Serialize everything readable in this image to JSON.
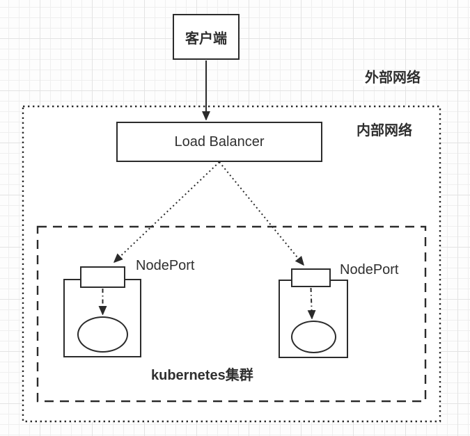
{
  "diagram": {
    "title": "Kubernetes NodePort / Load Balancer network diagram",
    "labels": {
      "client": "客户端",
      "external_network": "外部网络",
      "internal_network": "内部网络",
      "load_balancer": "Load Balancer",
      "cluster": "kubernetes集群"
    },
    "nodes": [
      {
        "nodeport_label": "NodePort"
      },
      {
        "nodeport_label": "NodePort"
      }
    ],
    "edges": [
      {
        "name": "client-to-load-balancer",
        "style": "solid-arrow"
      },
      {
        "name": "load-balancer-to-nodeport-left",
        "style": "dotted-arrow"
      },
      {
        "name": "load-balancer-to-nodeport-right",
        "style": "dotted-arrow"
      },
      {
        "name": "nodeport-left-to-pod",
        "style": "dash-dot-arrow"
      },
      {
        "name": "nodeport-right-to-pod",
        "style": "dash-dot-arrow"
      }
    ],
    "colors": {
      "stroke": "#2b2b2b",
      "text": "#2f2f2f",
      "shape_fill": "#ffffff",
      "grid_minor": "#efefef",
      "grid_major": "#e3e3e3"
    }
  }
}
